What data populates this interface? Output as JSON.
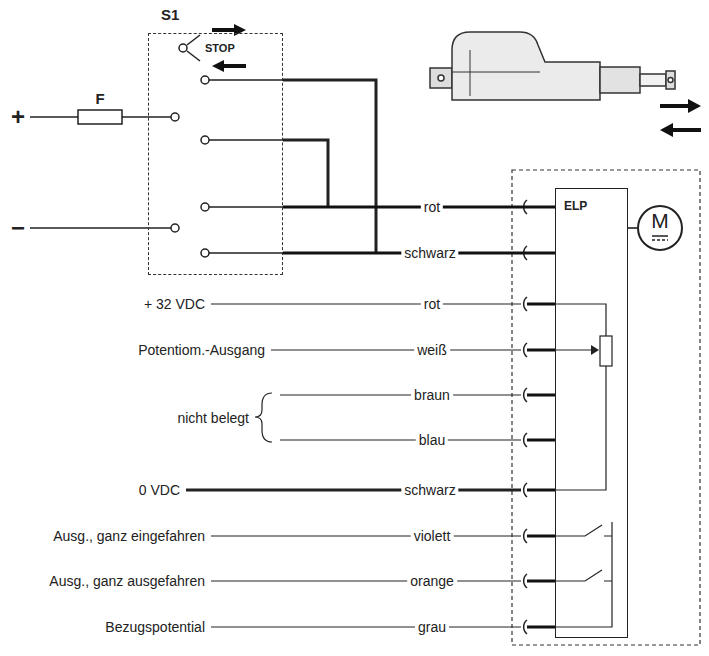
{
  "diagram": {
    "nodes": [
      {
        "text": [
          "S1"
        ]
      },
      {
        "text": [
          "ELP"
        ]
      },
      {
        "text": [
          "M"
        ]
      }
    ],
    "edges": [
      {
        "from": 0,
        "to": 1,
        "arrow": "none",
        "label": "rot"
      },
      {
        "from": 0,
        "to": 1,
        "arrow": "none",
        "label": "schwarz"
      },
      {
        "from": 1,
        "to": 2,
        "arrow": "none"
      }
    ],
    "labels": [
      "+",
      "−",
      "F",
      "STOP",
      "+ 32 VDC",
      "rot",
      "Potentiom.-Ausgang",
      "weiß",
      "nicht belegt",
      "braun",
      "blau",
      "0 VDC",
      "schwarz",
      "Ausg., ganz eingefahren",
      "violett",
      "Ausg., ganz ausgefahren",
      "orange",
      "Bezugspotential",
      "grau"
    ]
  }
}
